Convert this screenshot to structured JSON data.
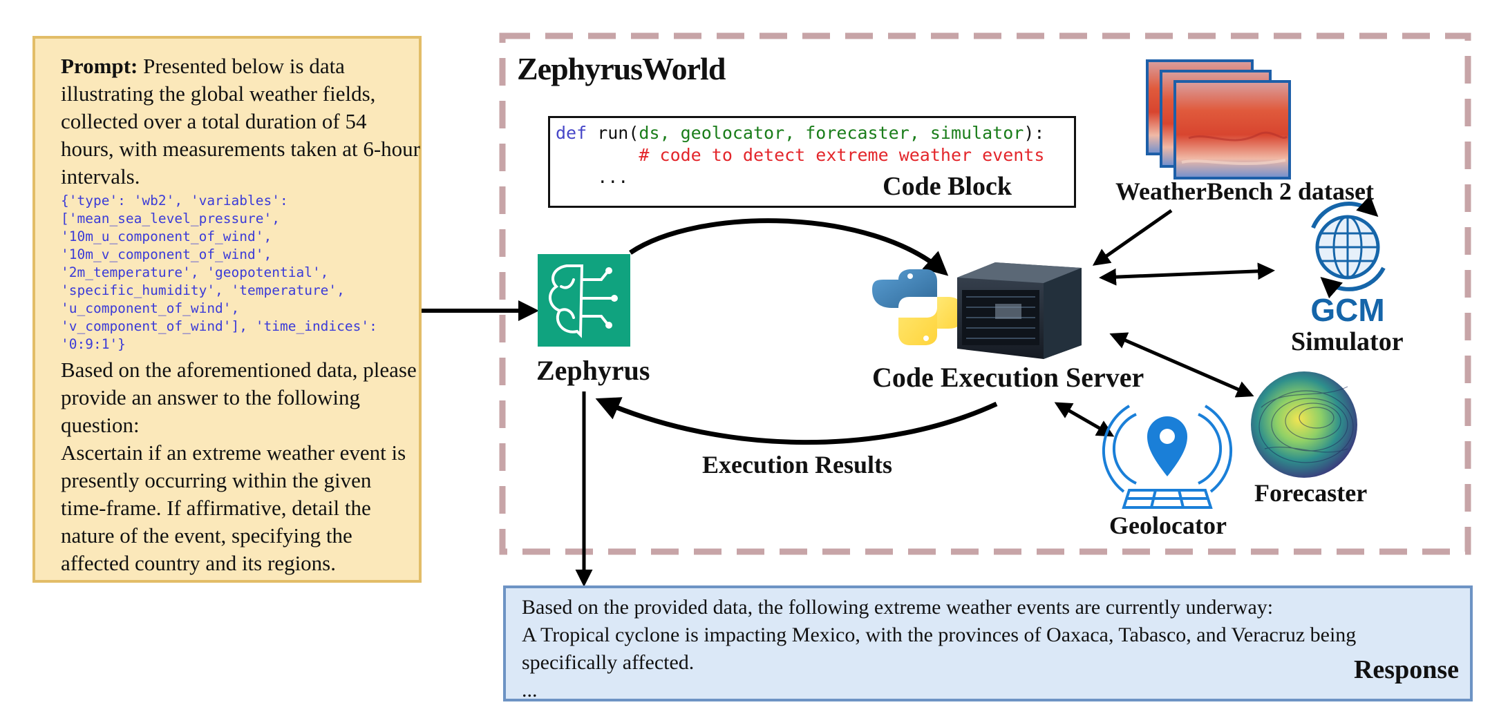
{
  "prompt": {
    "label": "Prompt:",
    "intro": " Presented below is data illustrating the global weather fields, collected over a total duration of 54 hours, with measurements taken at 6-hour intervals.",
    "code": "{'type': 'wb2', 'variables':\n['mean_sea_level_pressure',\n'10m_u_component_of_wind',\n'10m_v_component_of_wind',\n'2m_temperature', 'geopotential',\n'specific_humidity', 'temperature',\n'u_component_of_wind',\n'v_component_of_wind'], 'time_indices':\n'0:9:1'}",
    "question": "Based on the aforementioned data, please provide an answer to the following question:",
    "task": "Ascertain if an extreme weather event is presently occurring within the given time-frame. If affirmative, detail the nature of the event, specifying the affected country and its regions."
  },
  "world": {
    "title": "ZephyrusWorld"
  },
  "code_block": {
    "kw_def": "def",
    "fn_run": " run(",
    "args": "ds, geolocator, forecaster, simulator",
    "close": "):",
    "comment": "        # code to detect extreme weather events",
    "ellipsis": "    ...",
    "caption": "Code Block"
  },
  "nodes": {
    "zephyrus": "Zephyrus",
    "server": "Code Execution Server",
    "dataset": "WeatherBench 2 dataset",
    "gcm_logo": "GCM",
    "simulator": "Simulator",
    "forecaster": "Forecaster",
    "geolocator": "Geolocator",
    "execution_results": "Execution Results"
  },
  "response": {
    "line1": "Based on the provided data, the following extreme weather events are currently underway:",
    "line2": "A Tropical cyclone is impacting Mexico, with the provinces of Oaxaca, Tabasco, and Veracruz being specifically affected.",
    "line3": "...",
    "caption": "Response"
  },
  "colors": {
    "prompt_bg": "#fbe8ba",
    "prompt_border": "#e2bd68",
    "world_dash": "#c7a4a7",
    "response_bg": "#dbe8f7",
    "response_border": "#6d93c4",
    "zephyrus_green": "#10a37f",
    "gcm_blue": "#1565a9"
  }
}
